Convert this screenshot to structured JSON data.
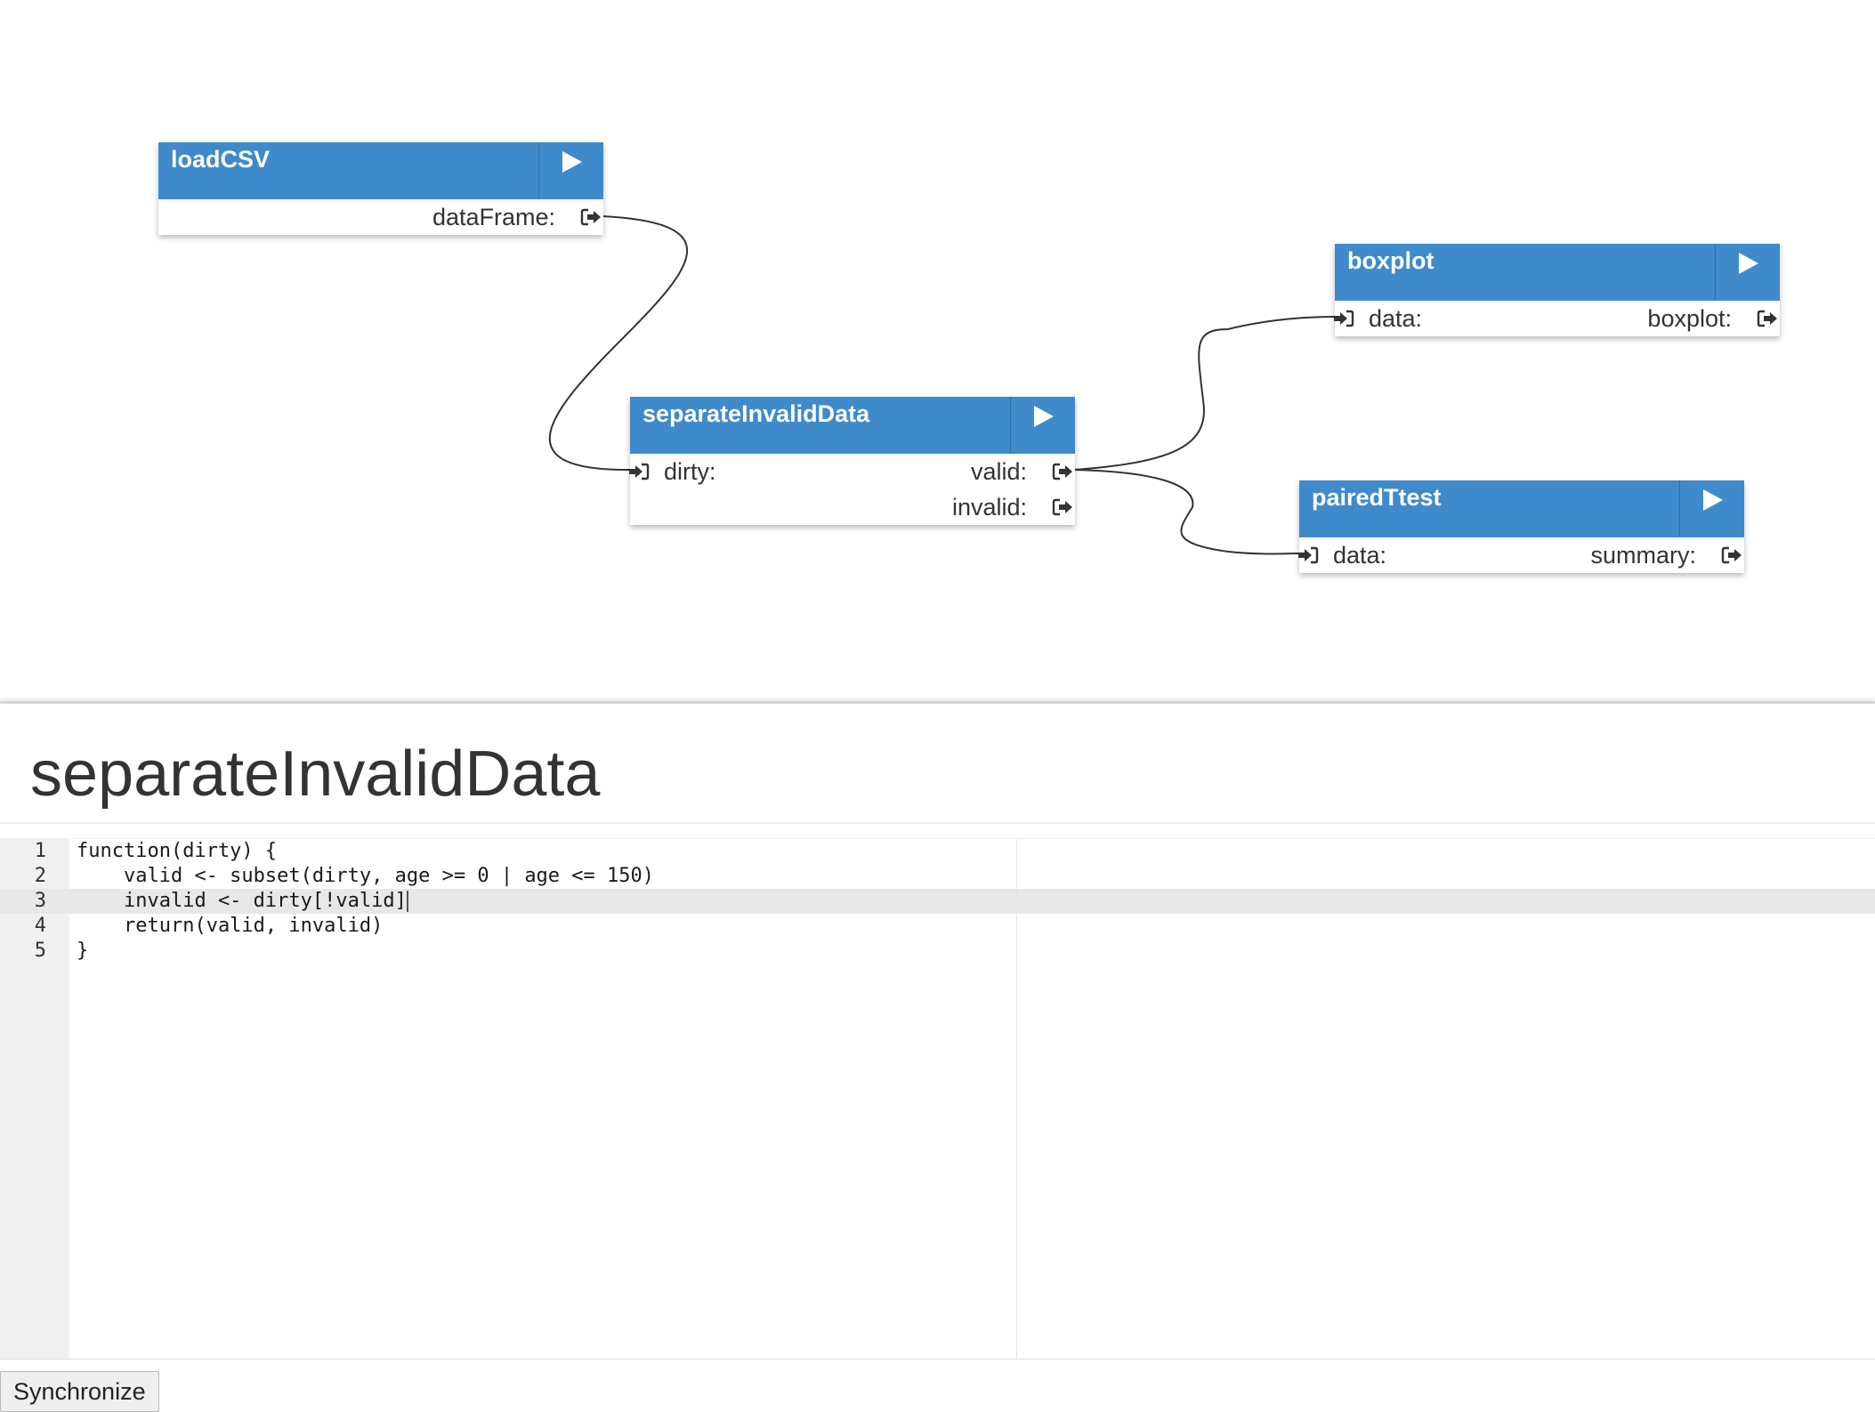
{
  "nodes": {
    "loadcsv": {
      "title": "loadCSV",
      "outputs": [
        "dataFrame:"
      ]
    },
    "separate": {
      "title": "separateInvalidData",
      "inputs": [
        "dirty:"
      ],
      "outputs": [
        "valid:",
        "invalid:"
      ]
    },
    "boxplot": {
      "title": "boxplot",
      "inputs": [
        "data:"
      ],
      "outputs": [
        "boxplot:"
      ]
    },
    "pairedttest": {
      "title": "pairedTtest",
      "inputs": [
        "data:"
      ],
      "outputs": [
        "summary:"
      ]
    }
  },
  "icons": {
    "run": "play-icon",
    "input_port": "sign-in-icon",
    "output_port": "sign-out-icon"
  },
  "colors": {
    "node_header": "#3f8acb",
    "wire": "#333333",
    "active_line": "#e8e8e8",
    "gutter": "#f0f0f0"
  },
  "editor": {
    "title": "separateInvalidData",
    "active_line": 3,
    "lines": [
      {
        "num": "1",
        "text": "function(dirty) {"
      },
      {
        "num": "2",
        "text": "    valid <- subset(dirty, age >= 0 | age <= 150)"
      },
      {
        "num": "3",
        "text": "    invalid <- dirty[!valid]"
      },
      {
        "num": "4",
        "text": "    return(valid, invalid)"
      },
      {
        "num": "5",
        "text": "}"
      }
    ]
  },
  "buttons": {
    "synchronize": "Synchronize"
  }
}
